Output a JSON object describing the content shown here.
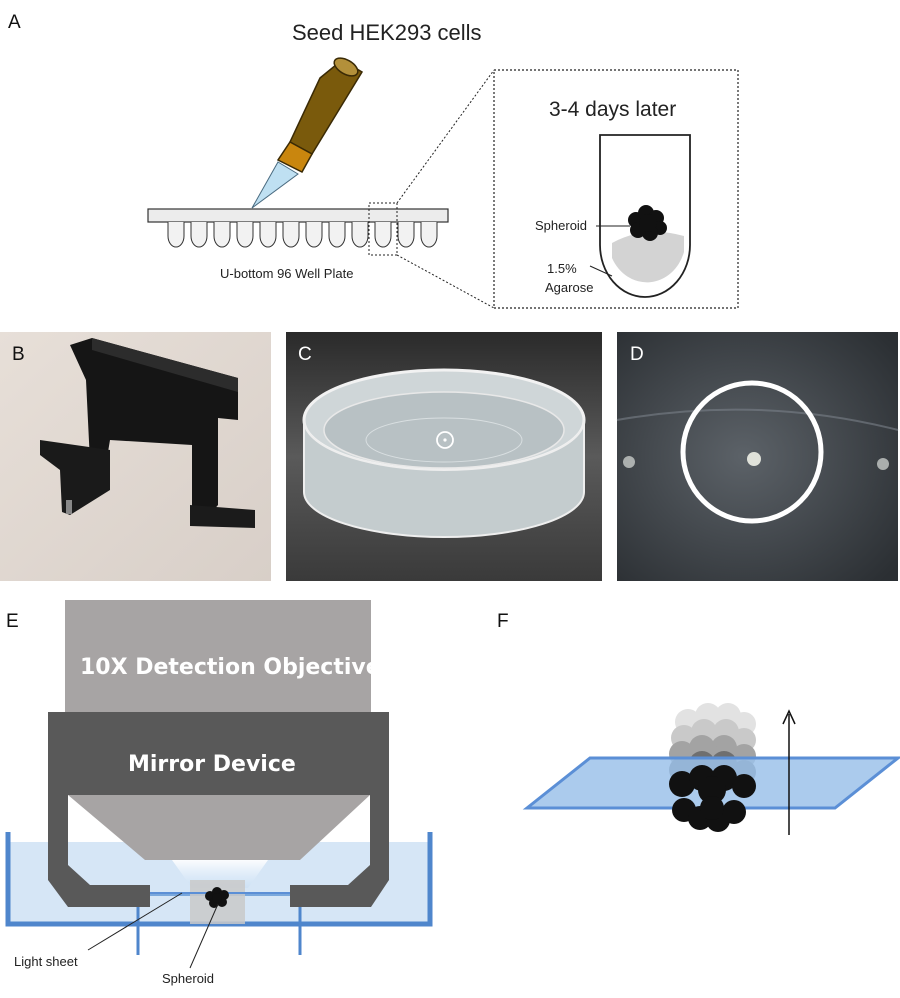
{
  "panel_letters": {
    "a": "A",
    "b": "B",
    "c": "C",
    "d": "D",
    "e": "E",
    "f": "F"
  },
  "panel_a": {
    "title": "Seed HEK293 cells",
    "plate_label": "U-bottom 96 Well Plate",
    "inset_title": "3-4 days later",
    "spheroid_label": "Spheroid",
    "agarose_label_line1": "1.5%",
    "agarose_label_line2": "Agarose"
  },
  "panel_e": {
    "objective_label": "10X Detection Objective",
    "mirror_label": "Mirror Device",
    "light_sheet_label": "Light sheet",
    "spheroid_label": "Spheroid"
  },
  "colors": {
    "objective": "#a7a4a4",
    "mirror": "#595959",
    "water": "#d6e6f6",
    "sheet": "#9cc2ea",
    "sheet_edge": "#5b8fd6",
    "pipette_body": "#7a5a0c",
    "pipette_tip": "#c9860e"
  }
}
